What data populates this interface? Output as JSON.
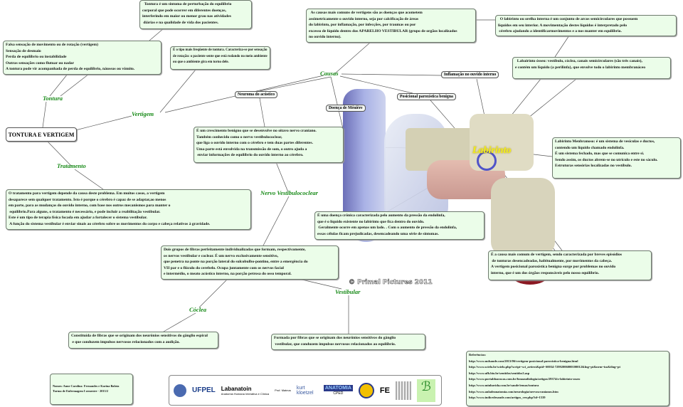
{
  "root": "TONTURA E VERTIGEM",
  "labels": {
    "tontura": "Tontura",
    "vertigem": "Vertigem",
    "tratamento": "Tratamento",
    "causas": "Causas",
    "nervo": "Nervo Vestibulococlear",
    "vestibular": "Vestibular",
    "coclea": "Cóclea",
    "labirinto": "Labirinto"
  },
  "tags": {
    "inflamacao": "Inflamação no ouvido interno",
    "neuroma": "Neuroma do acústico",
    "posicional": "Posicional paroxística benigna",
    "meniere": "Doença de Ménière"
  },
  "boxes": {
    "tontura_def": "  Tontura é um sintoma de perturbação do equilíbrio\ncorporal que pode ocorrer em diferentes doenças,\ninterferindo em maior ou menor grau nas atividades\n diárias e na qualidade de vida dos pacientes.",
    "sintomas": "Falsa sensação de movimento ou de rotação (vertigem)\nSensação de desmaio\nPerda de equilíbrio ou instabilidade\nOutras sensações como flutuar ou nadar\nA tontura pode vir acompanhada de perda de equilíbrio, náuseas ou vômito.",
    "vertigem_def": "É o tipo mais freqüente de tontura. Caracteriza-se por sensação\nde rotação: o paciente sente que está rodando no meio ambiente\nou que o ambiente gira em torno dele.",
    "causas_def": "  As causas mais comuns de vertigens são as doenças que acometem\nassimetricamente o ouvido interno, seja por calcificação de áreas\ndo labirinto, por inflamação, por infecções, por traumas ou por\nexcesso de líquido dentro dos APARELHO VESTIBULAR (grupo de orgãos localizados\nno ouvido interno).",
    "labirinto_def": "  O labirinto ou orelha interna é um conjunto de arcos semicirculares que possuem\nlíquidos em seu interior. A movimentação destes líquidos é interpretado pelo\n cérebro ajudando a identificarmovimentos e a nos manter em equilíbrio.",
    "labirinto_osseo": "  Labairinto ósseo: vestíbulo, cóclea, canais semicirculares (são três canais),\ne contém um líquido (a perilinfa), que envolve todo o labirinto membranáceo",
    "neuroma_def": "É um crescimento benigno que se desenvolve no oitavo nervo craniano.\nTambém conhecido como o nervo vestibulococlear,\nque liga o ouvido interno com o cérebro e tem duas partes diferentes.\nUma parte está envolvida na transmissão de som, o outro ajuda a\n enviar informações de equilíbrio do ouvido interno ao cérebro.",
    "membranoso": "Labirinto Menbranoso: é um sistema de vesículas e ductos,\ncontendo um líquido chamado endolinfa.\nÉ um sistema fechado, mas que se comunica entre si.\nSendo assim, os ductos abrem-se no utrículo e este no sáculo.\nEstruturas sensórias localizadas no vestíbulo.",
    "tratamento_def": "O tratamento para vertigem depende da causa deste problema. Em muitos casos, a vertigem\ndesaparece sem qualquer tratamento. Isto é porque o cérebro é capaz de se adaptar,ao menos\nem parte, para as mudanças do ouvido interno, com base nos outros mecanismos para manter o\n equilíbrio.Para alguns, o tratamento é necessário, e pode incluir a reabilitação vestibular.\nEste é um tipo de terapia física focada em ajudar a fortalecer o sistema vestibular.\n A função do sistema vestibular é enviar sinais ao cérebro sobre os movimentos do corpo e cabeça relativos à gravidade.",
    "meniere_def": "É uma doença crônica caracterizada pelo aumento da pressão da endolinfa,\nque é o liquido existente no labirinto que fica dentro do ouvido.\n Geralmente ocorre em apenas um lado. . Com o aumento de pressão da endolinfa,\nessas células ficam prejudicadas, desencadeando uma série de sintomas.",
    "posicional_def": "É a causa mais comum de vertigem, sendo caracterizada por breves episódios\n de tonturas desencadeadas, habitualmente, por movimentos da cabeça.\nA vertigem posicional paroxística benigna surge por problemas no ouvido\ninterno, que é um dos órgãos responsáveis pelo nosso equilíbrio.",
    "nervo_def": "Dois grupos de fibras perfeitamente individualizadas que formam, respectivamente,\nos nervos vestibular e coclear. É um nervo exclusivamente sensitivo,\nque penetra na ponte na porção lateral do sulcobulbo-pontino, entre a emergência do\nVII par e o flóculo do cerebelo. Ocupa juntamente com os nervos facial\ne intermédio, o meato acústico interno, na porção petrosa do osso temporal.",
    "coclea_def": "Constituída de fibras que se originam dos neurônios sensitivos do gânglio espiral\n e que conduzem impulsos nervosos relacionados com a audição.",
    "vestibular_def": "Formada por fibras que se originam dos neurônios sensitivos do gânglio\n vestibular, que conduzem impulsos nervosos relacionados ao equilíbrio.",
    "nomes": "Nomes: Anne Carolina  Fernandes e Karina Balota\nTurma de Enfermagem I semestre - 2013/2",
    "referencias": "Referências:\nhttp://www.mdsaude.com/2013/06/vertigem-posicional-paroxistica-benigna.html\nhttp://www.scielo.br/scielo.php?script=sci_arttext&pid=S0034-72992006000100012&lng=pt&nrm=iso&tlng=pt\nhttp://www.ufb.bio.br/sentidos/sentidos3.asp\nhttp://www.portaldoaracas.com.br/fonoaudiologia/artigos/29374/o-labirinto-osseo\nhttp://www.minhavida.com.br/saude/temas/tontura\nhttp://www.auladeanatomia.com/neurologia/nervoscranianos.htm\nhttp://www.indicedesaude.com/artigos_ver.php?id=1539"
  },
  "watermark": "© Primal Pictures 2011",
  "logos": [
    "UFPEL",
    "Labanatoin",
    "Anatomia Humana Interativa e Clínica",
    "Prof. Mateus",
    "kurt kloetzel",
    "ANATOMIA",
    "CPED",
    "FE"
  ],
  "colors": {
    "branch": "#178a17",
    "box": "#ebfde9",
    "labirinto": "#f4f01a"
  }
}
